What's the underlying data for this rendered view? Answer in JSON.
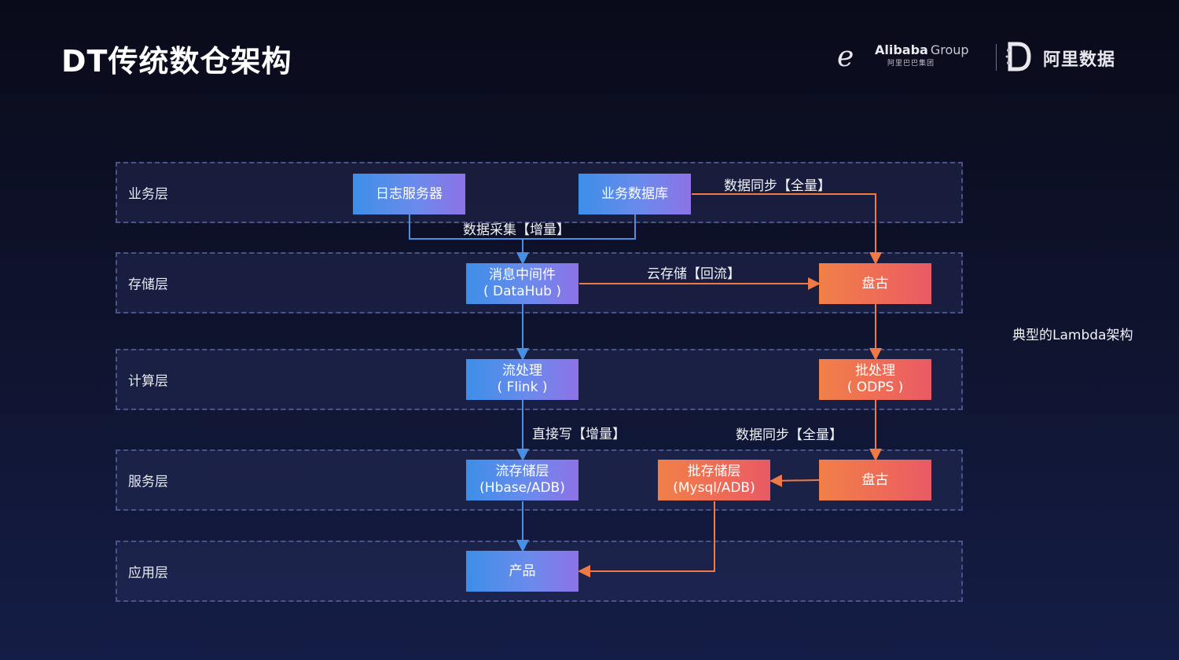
{
  "title": "DT传统数仓架构",
  "logos": {
    "alibaba": "Alibaba",
    "group": "Group",
    "alibaba_cn": "阿里巴巴集团",
    "data_brand": "阿里数据"
  },
  "layers": [
    {
      "label": "业务层"
    },
    {
      "label": "存储层"
    },
    {
      "label": "计算层"
    },
    {
      "label": "服务层"
    },
    {
      "label": "应用层"
    }
  ],
  "nodes": {
    "log_server": {
      "line1": "日志服务器",
      "line2": ""
    },
    "biz_db": {
      "line1": "业务数据库",
      "line2": ""
    },
    "middleware": {
      "line1": "消息中间件",
      "line2": "( DataHub )"
    },
    "pangu_storage": {
      "line1": "盘古",
      "line2": ""
    },
    "stream": {
      "line1": "流处理",
      "line2": "( Flink )"
    },
    "batch": {
      "line1": "批处理",
      "line2": "( ODPS )"
    },
    "stream_store": {
      "line1": "流存储层",
      "line2": "(Hbase/ADB)"
    },
    "batch_store": {
      "line1": "批存储层",
      "line2": "(Mysql/ADB)"
    },
    "pangu_service": {
      "line1": "盘古",
      "line2": ""
    },
    "product": {
      "line1": "产品",
      "line2": ""
    }
  },
  "edge_labels": {
    "sync_full_top": "数据同步【全量】",
    "collect_incr": "数据采集【增量】",
    "cloud_store": "云存储【回流】",
    "direct_write": "直接写【增量】",
    "sync_full_bottom": "数据同步【全量】"
  },
  "side_note": "典型的Lambda架构",
  "colors": {
    "blue_line": "#4a90e2",
    "orange_line": "#f07a45",
    "layer_border": "#4a5488"
  }
}
